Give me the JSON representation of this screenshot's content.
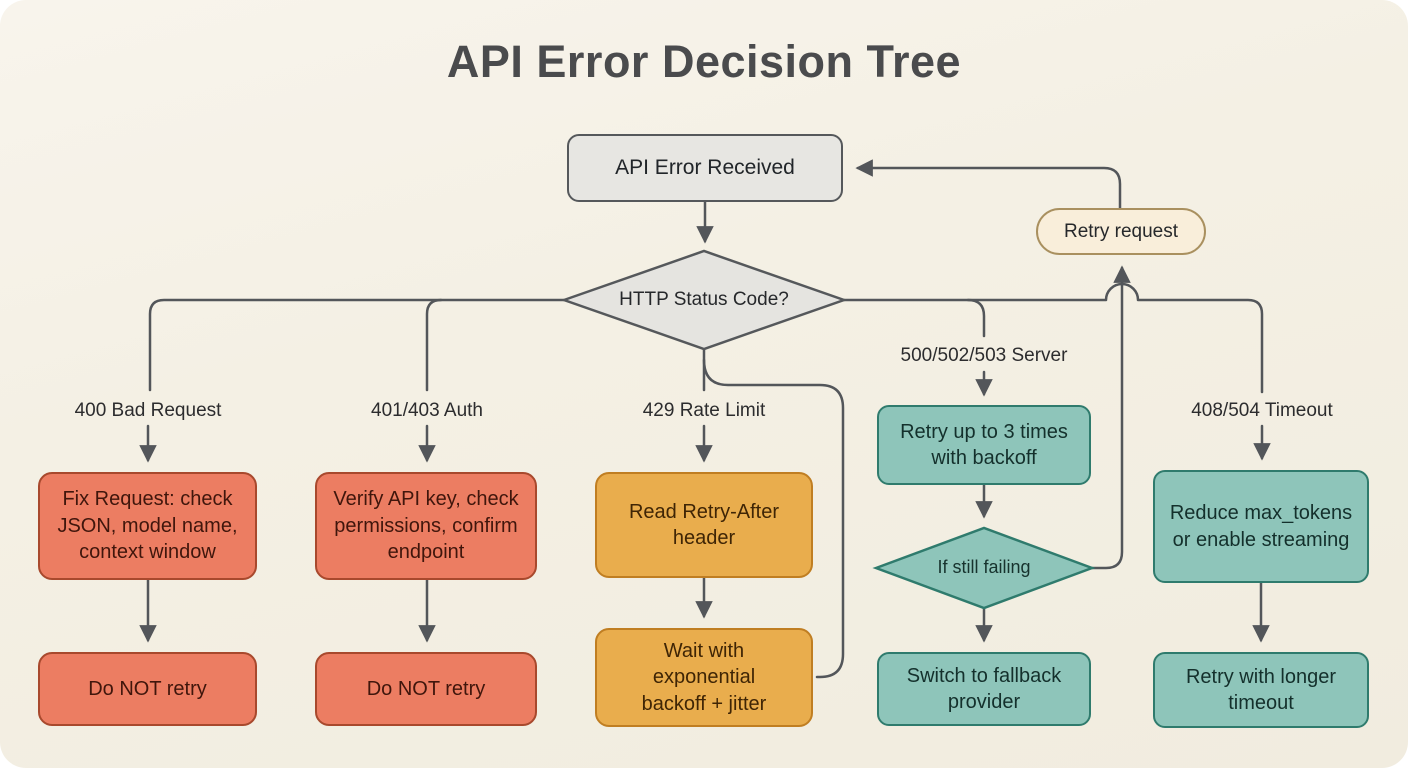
{
  "title": "API Error Decision Tree",
  "flow": {
    "start": "API Error Received",
    "decision": "HTTP Status Code?",
    "retry_pill": "Retry request",
    "branches": [
      {
        "code": "400 Bad Request",
        "action": "Fix Request: check JSON, model name, context window",
        "outcome": "Do NOT retry"
      },
      {
        "code": "401/403 Auth",
        "action": "Verify API key, check permissions, confirm endpoint",
        "outcome": "Do NOT retry"
      },
      {
        "code": "429 Rate Limit",
        "action": "Read Retry-After header",
        "outcome": "Wait with exponential backoff + jitter"
      },
      {
        "code": "500/502/503 Server",
        "action": "Retry up to 3 times with backoff",
        "check": "If still failing",
        "outcome": "Switch to fallback provider"
      },
      {
        "code": "408/504 Timeout",
        "action": "Reduce max_tokens or enable streaming",
        "outcome": "Retry with longer timeout"
      }
    ]
  },
  "colors": {
    "background": "#f4f0e4",
    "line": "#53565a",
    "gray_node": "#e7e6e2",
    "red_node": "#ec7d62",
    "orange_node": "#e9ad4d",
    "teal_node": "#8ec5ba",
    "pill_node": "#f9eeda",
    "title_text": "#4a4b4d"
  }
}
